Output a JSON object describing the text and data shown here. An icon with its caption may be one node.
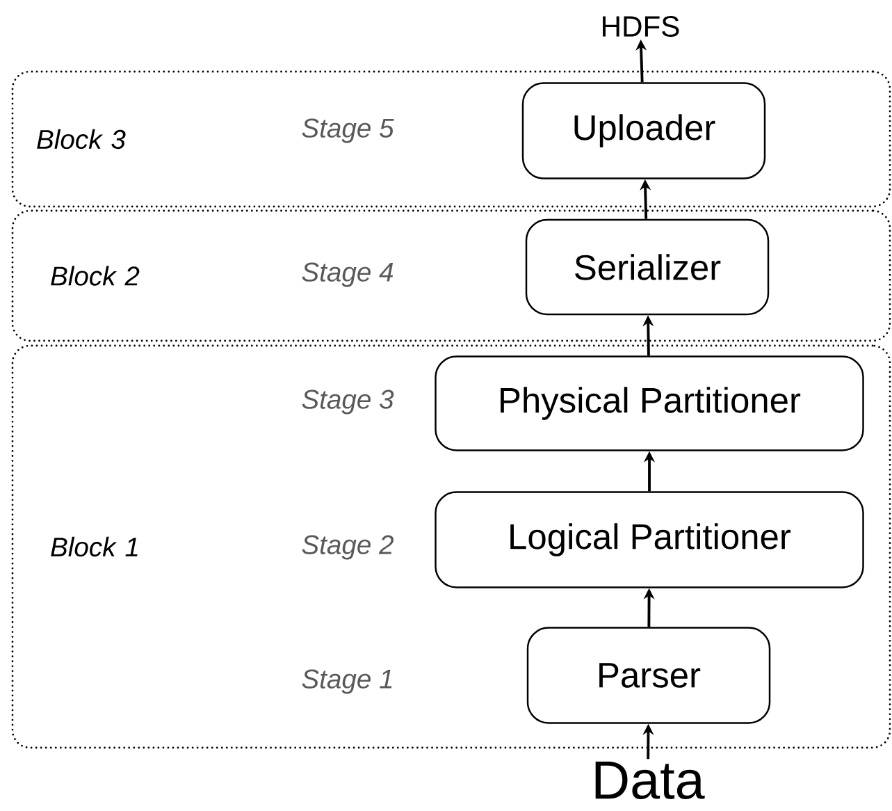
{
  "diagram": {
    "nodes": [
      {
        "text": [
          "Block 3"
        ]
      },
      {
        "text": [
          "Uploader"
        ],
        "in": 0
      },
      {
        "text": [
          "Block 2"
        ]
      },
      {
        "text": [
          "Serializer"
        ],
        "in": 2
      },
      {
        "text": [
          "Block 1"
        ]
      },
      {
        "text": [
          "Physical Partitioner"
        ],
        "in": 4
      },
      {
        "text": [
          "Logical Partitioner"
        ],
        "in": 4
      },
      {
        "text": [
          "Parser"
        ],
        "in": 4
      },
      {
        "text": [
          "HDFS"
        ]
      },
      {
        "text": [
          "Data"
        ]
      }
    ],
    "edges": [
      {
        "from": 9,
        "to": 7,
        "arrow": "to"
      },
      {
        "from": 7,
        "to": 6,
        "arrow": "to"
      },
      {
        "from": 6,
        "to": 5,
        "arrow": "to"
      },
      {
        "from": 5,
        "to": 3,
        "arrow": "to"
      },
      {
        "from": 3,
        "to": 1,
        "arrow": "to"
      },
      {
        "from": 1,
        "to": 8,
        "arrow": "to"
      }
    ],
    "labels": [
      "Stage 5",
      "Stage 4",
      "Stage 3",
      "Stage 2",
      "Stage 1"
    ]
  }
}
